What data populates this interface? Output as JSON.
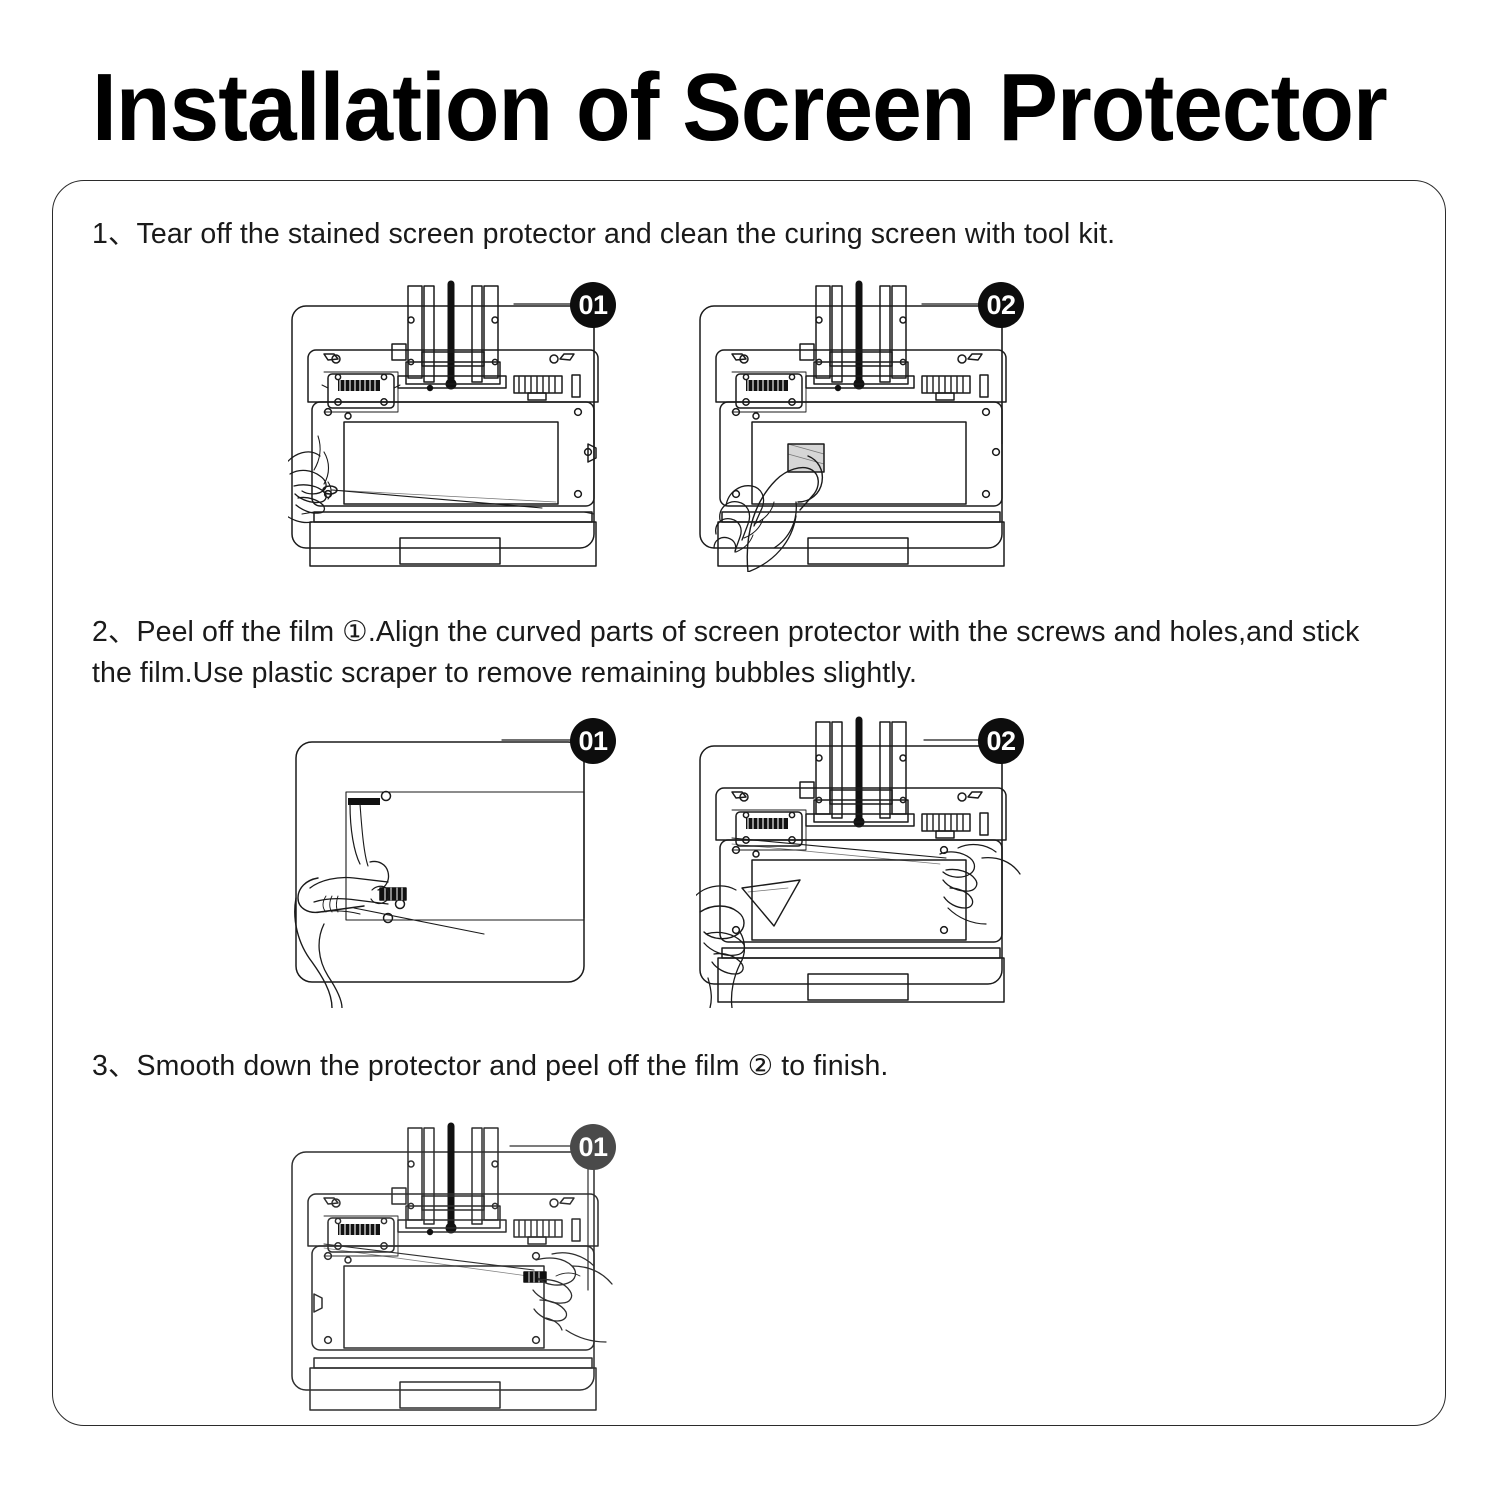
{
  "page": {
    "title": "Installation of Screen Protector",
    "background_color": "#ffffff",
    "card_border_color": "#2b2b2b"
  },
  "steps": [
    {
      "number": "1",
      "text": "1、Tear off the stained screen protector and clean the curing screen with tool kit.",
      "figures": [
        {
          "badge": "01",
          "badge_color": "#0d0d0d",
          "caption": "peeling old protector off the curing screen"
        },
        {
          "badge": "02",
          "badge_color": "#0d0d0d",
          "caption": "hand wiping the curing screen with a cloth"
        }
      ]
    },
    {
      "number": "2",
      "text": "2、Peel off the film ①.Align the curved parts of screen protector with the screws and holes,and stick the film.Use plastic scraper to remove remaining bubbles slightly.",
      "figures": [
        {
          "badge": "01",
          "badge_color": "#0d0d0d",
          "caption": "hand peeling film tab off the new protector sheet"
        },
        {
          "badge": "02",
          "badge_color": "#0d0d0d",
          "caption": "applying the protector and smoothing with a scraper"
        }
      ]
    },
    {
      "number": "3",
      "text": "3、Smooth down the protector and peel off the film ② to finish.",
      "figures": [
        {
          "badge": "01",
          "badge_color": "#4a4a4a",
          "caption": "peeling off film two to finish"
        }
      ]
    }
  ],
  "icons": {
    "badge_shape": "filled-circle-numbered",
    "illustration_style": "black-and-white line art, resin 3D printer top view"
  }
}
